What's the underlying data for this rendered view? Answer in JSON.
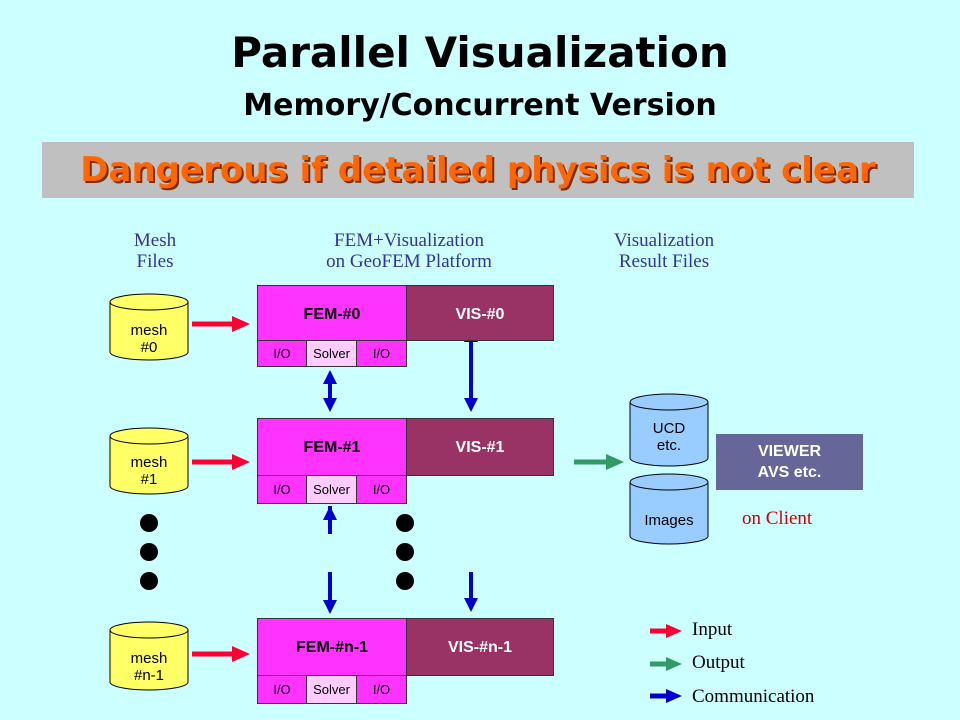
{
  "title": "Parallel Visualization",
  "subtitle": "Memory/Concurrent Version",
  "banner": "Dangerous if detailed physics is not clear",
  "columns": {
    "mesh": [
      "Mesh",
      "Files"
    ],
    "fem": [
      "FEM+Visualization",
      "on GeoFEM Platform"
    ],
    "vis": [
      "Visualization",
      "Result Files"
    ]
  },
  "meshes": [
    [
      "mesh",
      "#0"
    ],
    [
      "mesh",
      "#1"
    ],
    [
      "mesh",
      "#n-1"
    ]
  ],
  "rows": [
    {
      "fem": "FEM-#0",
      "vis": "VIS-#0",
      "io1": "I/O",
      "solver": "Solver",
      "io2": "I/O"
    },
    {
      "fem": "FEM-#1",
      "vis": "VIS-#1",
      "io1": "I/O",
      "solver": "Solver",
      "io2": "I/O"
    },
    {
      "fem": "FEM-#n-1",
      "vis": "VIS-#n-1",
      "io1": "I/O",
      "solver": "Solver",
      "io2": "I/O"
    }
  ],
  "results": {
    "ucd": [
      "UCD",
      "etc."
    ],
    "images": "Images"
  },
  "viewer": [
    "VIEWER",
    "AVS etc."
  ],
  "on_client": "on Client",
  "legend": {
    "input": "Input",
    "output": "Output",
    "communication": "Communication"
  },
  "colors": {
    "input": "#ff0033",
    "output": "#339966",
    "communication": "#0000cc",
    "cylinder": "#ffff66",
    "result_cylinder": "#99ccff"
  }
}
